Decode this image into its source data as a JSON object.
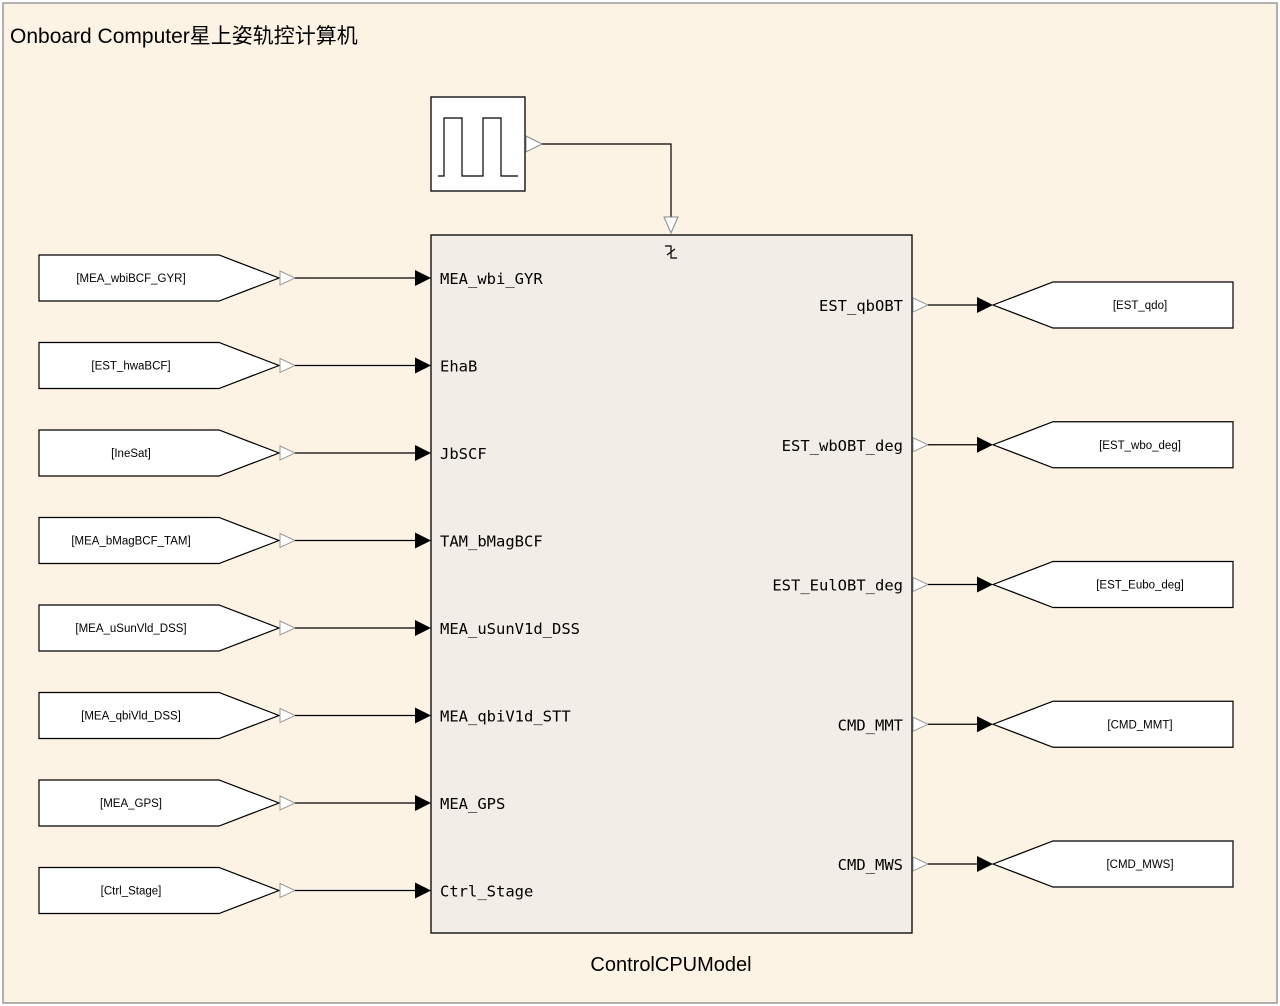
{
  "subsystem": {
    "title": "Onboard Computer星上姿轨控计算机",
    "background": "#fdf3e4"
  },
  "block": {
    "name": "ControlCPUModel",
    "fill": "#f2ede6",
    "inputs": [
      "MEA_wbi_GYR",
      "EhaB",
      "JbSCF",
      "TAM_bMagBCF",
      "MEA_uSunV1d_DSS",
      "MEA_qbiV1d_STT",
      "MEA_GPS",
      "Ctrl_Stage"
    ],
    "outputs": [
      "EST_qbOBT",
      "EST_wbOBT_deg",
      "EST_EulOBT_deg",
      "CMD_MMT",
      "CMD_MWS"
    ]
  },
  "from_tags": [
    "[MEA_wbiBCF_GYR]",
    "[EST_hwaBCF]",
    "[IneSat]",
    "[MEA_bMagBCF_TAM]",
    "[MEA_uSunVld_DSS]",
    "[MEA_qbiVld_DSS]",
    "[MEA_GPS]",
    "[Ctrl_Stage]"
  ],
  "goto_tags": [
    "[EST_qdo]",
    "[EST_wbo_deg]",
    "[EST_Eubo_deg]",
    "[CMD_MMT]",
    "[CMD_MWS]"
  ],
  "pulse_source": {
    "icon": "pulse-generator-icon"
  },
  "trigger": {
    "icon": "falling-edge-trigger-icon"
  }
}
